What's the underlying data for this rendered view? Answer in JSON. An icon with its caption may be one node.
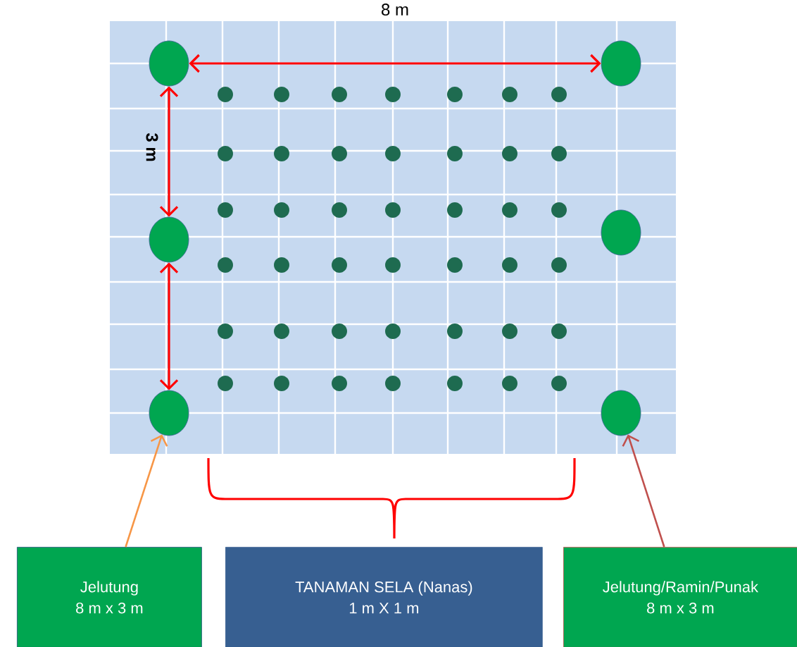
{
  "diagram": {
    "nodes": [
      {
        "text": [],
        "shape": "circle"
      },
      {
        "text": [],
        "shape": "circle"
      },
      {
        "text": [],
        "shape": "circle"
      },
      {
        "text": [],
        "shape": "circle"
      },
      {
        "text": [],
        "shape": "circle"
      },
      {
        "text": [],
        "shape": "circle"
      },
      {
        "text": [
          "Jelutung",
          "8 m x 3 m"
        ]
      },
      {
        "text": [
          "TANAMAN SELA (Nanas)",
          "1 m X 1 m"
        ]
      },
      {
        "text": [
          "Jelutung/Ramin/Punak",
          "8 m x 3 m"
        ]
      }
    ],
    "edges": [
      {
        "from": 0,
        "to": 1,
        "arrow": "both",
        "label": "8 m",
        "color": "#ff0000"
      },
      {
        "from": 0,
        "to": 2,
        "arrow": "both",
        "label": "3 m",
        "color": "#ff0000"
      },
      {
        "from": 2,
        "to": 4,
        "arrow": "both",
        "color": "#ff0000"
      },
      {
        "from": 6,
        "to": 4,
        "arrow": "to",
        "color": "#f79646"
      },
      {
        "from": 8,
        "to": 5,
        "arrow": "to",
        "color": "#c0504d"
      }
    ]
  }
}
